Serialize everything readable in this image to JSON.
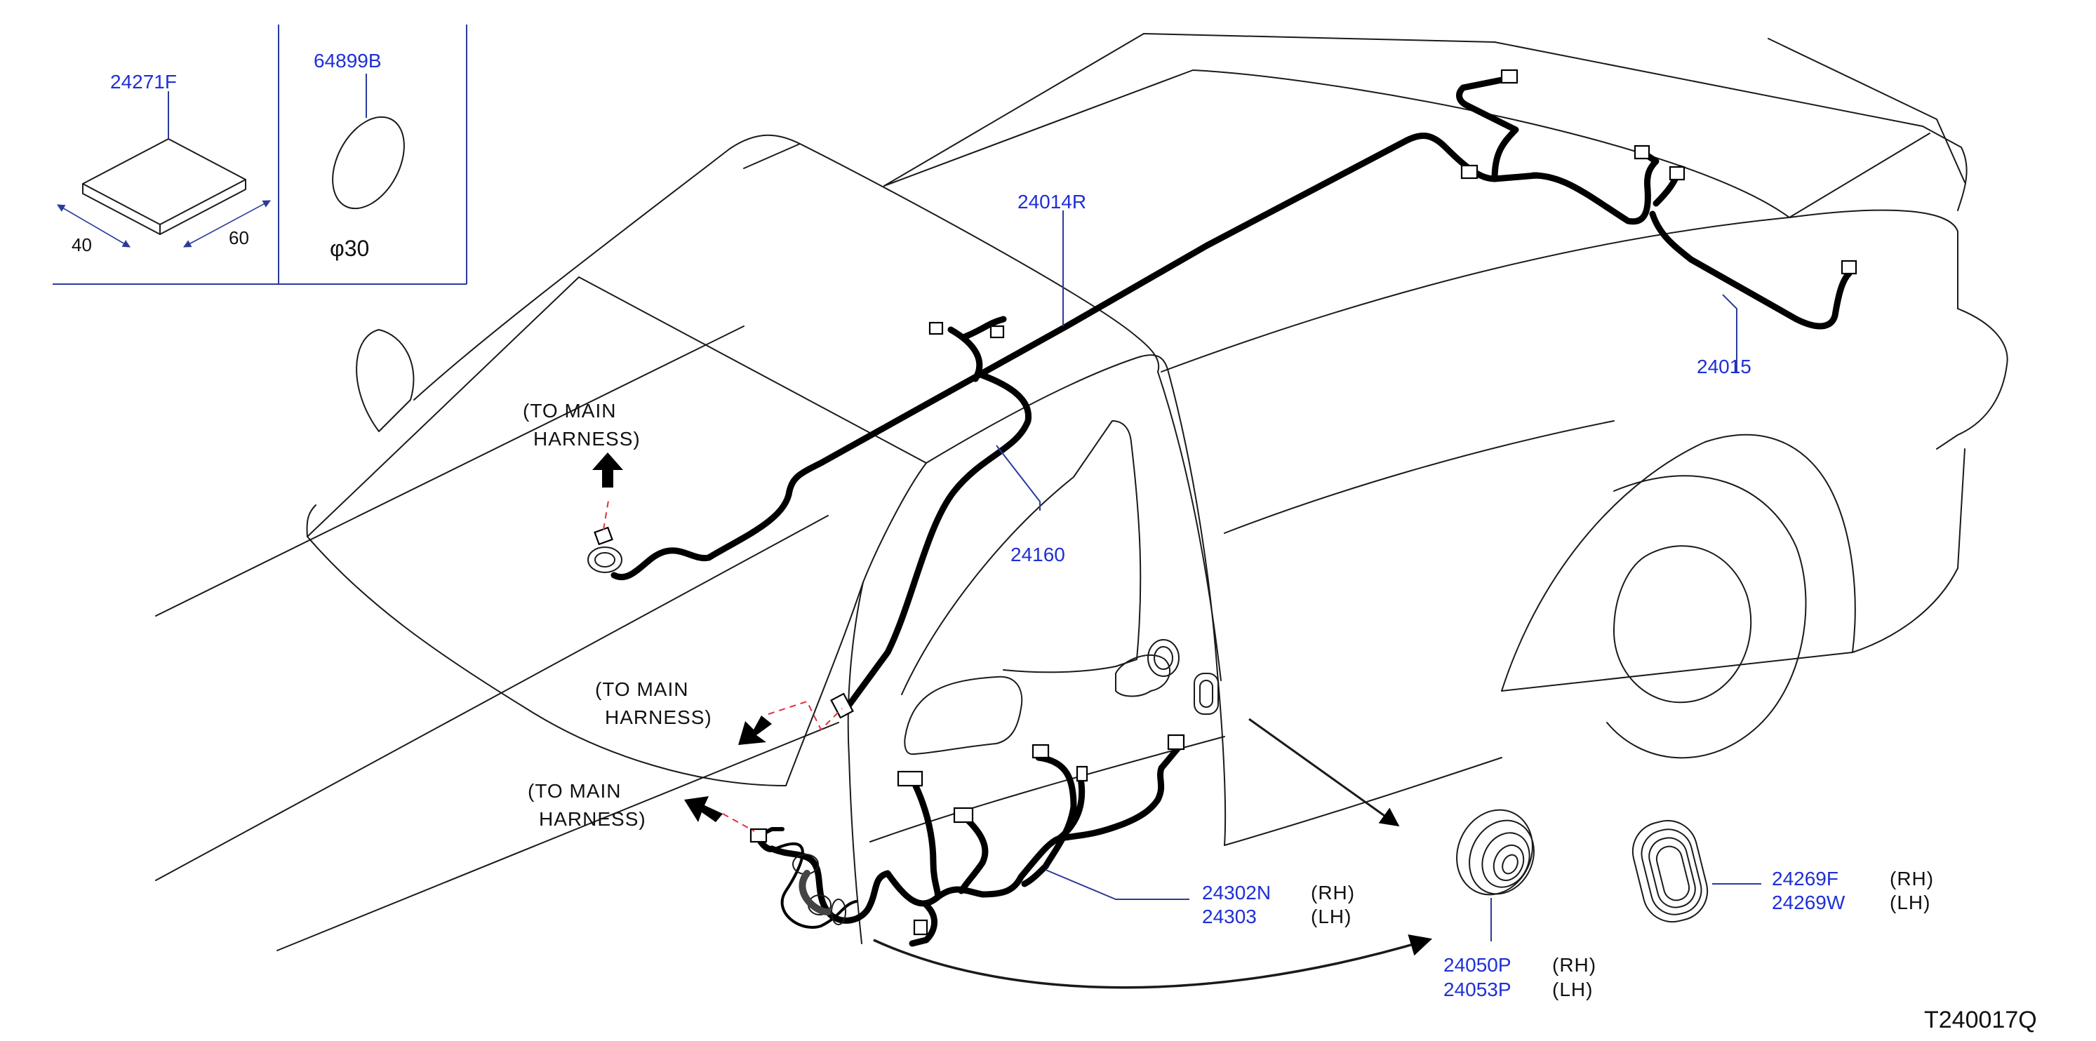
{
  "inset": {
    "pad_part": "24271F",
    "pad_dim_a": "40",
    "pad_dim_b": "60",
    "disc_part": "64899B",
    "disc_dim": "φ30"
  },
  "notes": {
    "to_main": "(TO   MAIN",
    "harness": "HARNESS)"
  },
  "parts": {
    "roof_harness": "24014R",
    "rear_harness": "24015",
    "pillar_harness": "24160",
    "door_harness_rh": "24302N",
    "door_harness_lh": "24303",
    "grommet_rh": "24050P",
    "grommet_lh": "24053P",
    "grommet2_rh": "24269F",
    "grommet2_lh": "24269W"
  },
  "sides": {
    "rh": "(RH)",
    "lh": "(LH)"
  },
  "diagram_code": "T240017Q"
}
